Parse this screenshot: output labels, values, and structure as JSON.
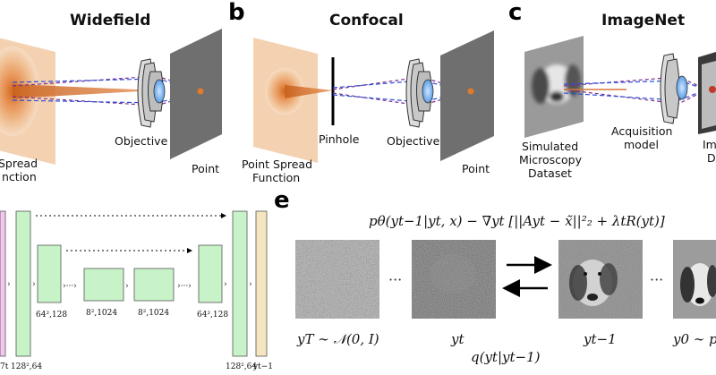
{
  "panels": {
    "b": "b",
    "c": "c",
    "e": "e"
  },
  "titles": {
    "widefield": "Widefield",
    "confocal": "Confocal",
    "imagenet": "ImageNet"
  },
  "labels": {
    "spread_partial_1": "Spread",
    "spread_partial_2": "nction",
    "objective_a": "Objective",
    "point_a": "Point",
    "pinhole": "Pinhole",
    "objective_b": "Objective",
    "psf_b_1": "Point Spread",
    "psf_b_2": "Function",
    "point_b": "Point",
    "sim_1": "Simulated",
    "sim_2": "Microscopy",
    "sim_3": "Dataset",
    "acq_1": "Acquisition",
    "acq_2": "model",
    "im_partial_1": "Im",
    "im_partial_2": "D"
  },
  "unet": {
    "dim_left_a": "64²,128",
    "dim_mid_a": "8²,1024",
    "dim_mid_b": "8²,1024",
    "dim_right_a": "64²,128",
    "dim_bottom_1": "7t",
    "dim_bottom_2": "128²,64",
    "dim_bottom_3": "128²,64",
    "dim_bottom_4": "yt−1"
  },
  "diffusion": {
    "equation": "pθ(yt−1|yt, x) − ∇yt [||Ayt − x̃||²₂ + λtR(yt)]",
    "label_yT": "yT ∼ 𝒩(0, I)",
    "label_yt": "yt",
    "label_yt1": "yt−1",
    "label_y0": "y0 ∼ p",
    "label_q": "q(yt|yt−1)",
    "ellipsis": "···"
  }
}
